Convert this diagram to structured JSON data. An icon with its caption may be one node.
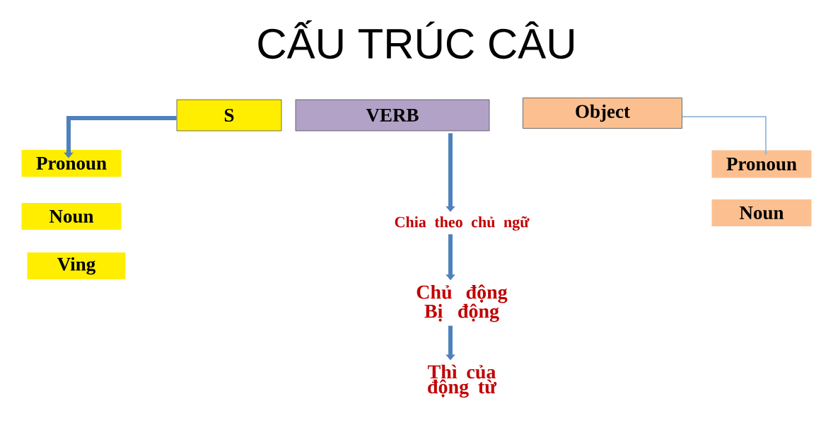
{
  "diagram": {
    "title": "CẤU TRÚC CÂU",
    "nodes": [
      {
        "text": [
          "S"
        ]
      },
      {
        "text": [
          "VERB"
        ]
      },
      {
        "text": [
          "Object"
        ]
      },
      {
        "text": [
          "Pronoun"
        ]
      },
      {
        "text": [
          "Noun"
        ]
      },
      {
        "text": [
          "Ving"
        ]
      },
      {
        "text": [
          "Chia theo chủ ngữ"
        ]
      },
      {
        "text": [
          "Chủ động",
          "Bị động"
        ]
      },
      {
        "text": [
          "Thì của động từ"
        ]
      },
      {
        "text": [
          "Pronoun"
        ]
      },
      {
        "text": [
          "Noun"
        ]
      }
    ],
    "edges": [
      {
        "from": 0,
        "to": 3,
        "arrow": "to"
      },
      {
        "from": 1,
        "to": 6,
        "arrow": "to"
      },
      {
        "from": 6,
        "to": 7,
        "arrow": "to"
      },
      {
        "from": 7,
        "to": 8,
        "arrow": "to"
      },
      {
        "from": 2,
        "to": 9,
        "arrow": "to",
        "color": "#9fbfdc"
      }
    ]
  }
}
